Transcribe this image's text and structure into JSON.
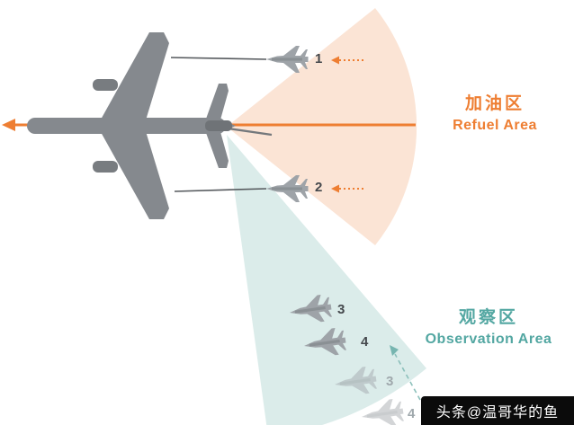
{
  "diagram": {
    "refuel_zone": {
      "label_cn": "加油区",
      "label_en": "Refuel Area",
      "fighter_1_label": "1",
      "fighter_2_label": "2",
      "accent_color": "#EE7E32",
      "fill_color": "#FBE4D5"
    },
    "observation_zone": {
      "label_cn": "观察区",
      "label_en": "Observation Area",
      "fighter_3_label": "3",
      "fighter_4_label": "4",
      "ghost_3_label": "3",
      "ghost_4_label": "4",
      "accent_color": "#53A7A2",
      "fill_color": "#DBECEA"
    },
    "aircraft_color": "#85898E",
    "fighter_color": "#9EA3A8"
  },
  "watermark": {
    "text": "头条@温哥华的鱼"
  }
}
